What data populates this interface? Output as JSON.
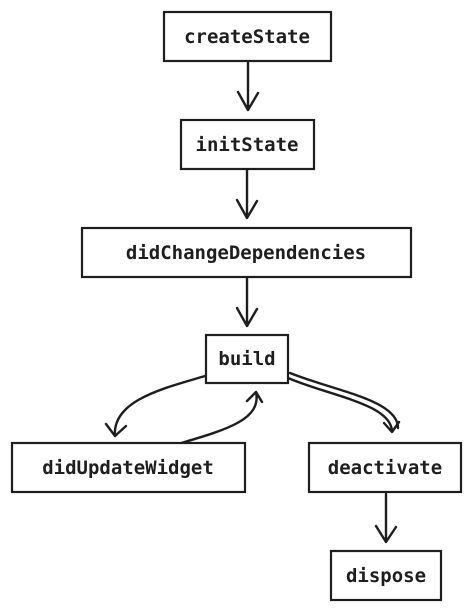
{
  "diagram": {
    "nodes": [
      {
        "id": "createState",
        "label": "createState"
      },
      {
        "id": "initState",
        "label": "initState"
      },
      {
        "id": "didChangeDependencies",
        "label": "didChangeDependencies"
      },
      {
        "id": "build",
        "label": "build"
      },
      {
        "id": "didUpdateWidget",
        "label": "didUpdateWidget"
      },
      {
        "id": "deactivate",
        "label": "deactivate"
      },
      {
        "id": "dispose",
        "label": "dispose"
      }
    ],
    "edges": [
      {
        "from": "createState",
        "to": "initState"
      },
      {
        "from": "initState",
        "to": "didChangeDependencies"
      },
      {
        "from": "didChangeDependencies",
        "to": "build"
      },
      {
        "from": "build",
        "to": "didUpdateWidget"
      },
      {
        "from": "didUpdateWidget",
        "to": "build"
      },
      {
        "from": "build",
        "to": "deactivate"
      },
      {
        "from": "deactivate",
        "to": "dispose"
      }
    ]
  }
}
